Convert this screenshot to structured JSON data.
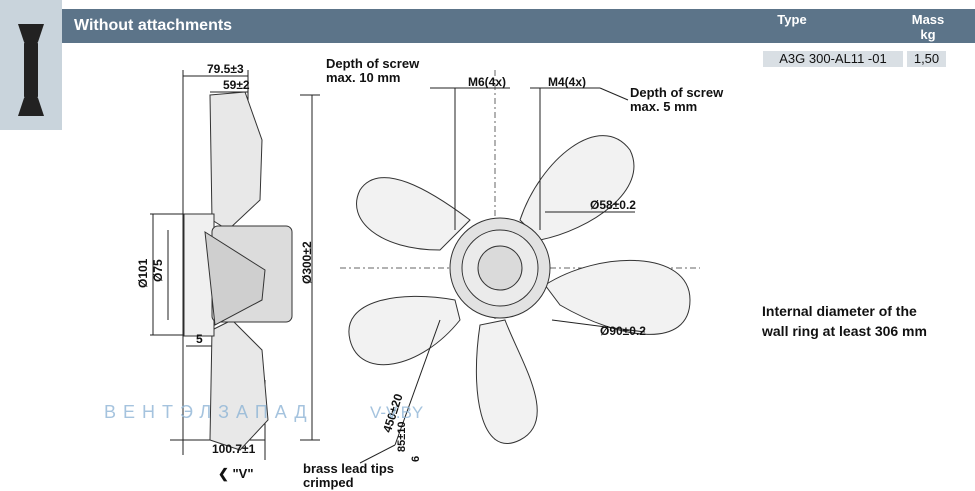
{
  "header": {
    "title": "Without attachments",
    "type_label": "Type",
    "mass_label_1": "Mass",
    "mass_label_2": "kg"
  },
  "row": {
    "type": "A3G 300-AL11 -01",
    "mass": "1,50"
  },
  "side_view": {
    "dim_top_1": "79.5±3",
    "dim_top_2": "59±2",
    "dim_d101": "Ø101",
    "dim_d75": "Ø75",
    "dim_d300": "Ø300±2",
    "dim_5": "5",
    "dim_bottom": "100.7±1",
    "view_label": "❮ \"V\""
  },
  "front_view": {
    "screw_left_1": "Depth of screw",
    "screw_left_2": "max. 10 mm",
    "screw_right_1": "Depth of screw",
    "screw_right_2": "max. 5 mm",
    "m6": "M6(4x)",
    "m4": "M4(4x)",
    "d58": "Ø58±0.2",
    "d90": "Ø90±0.2",
    "lead_450": "450±20",
    "lead_85": "85±10",
    "lead_6": "6",
    "brass_1": "brass lead tips",
    "brass_2": "crimped"
  },
  "note": {
    "line1": "Internal diameter of the",
    "line2": "wall ring at least 306 mm"
  },
  "watermark": {
    "left": "ВЕНТЭЛЗАПАД",
    "right": "V-V.BY"
  }
}
